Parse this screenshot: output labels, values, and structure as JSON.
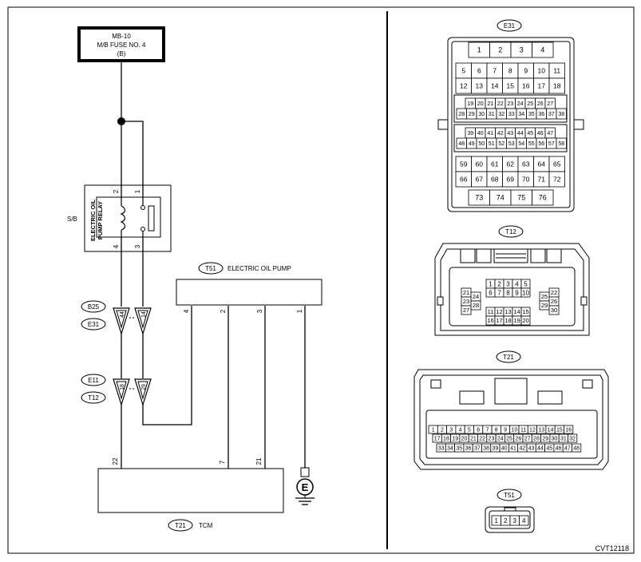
{
  "fuse": {
    "line1": "MB-10",
    "line2": "M/B FUSE NO. 4",
    "line3": "(B)"
  },
  "relay": {
    "name_line1": "ELECTRIC OIL",
    "name_line2": "PUMP RELAY",
    "block": "S/B",
    "pins": {
      "top_left": "2",
      "top_right": "1",
      "bottom_left": "4",
      "bottom_right": "3"
    }
  },
  "pump": {
    "tag": "T51",
    "label": "ELECTRIC OIL PUMP",
    "pins": [
      "4",
      "2",
      "3",
      "1"
    ]
  },
  "tcm": {
    "tag": "T21",
    "label": "TCM",
    "pins": [
      "22",
      "7",
      "21"
    ]
  },
  "ground": {
    "symbol": "E"
  },
  "joint1": {
    "tags": [
      "B25",
      "E31"
    ],
    "pin_left": "44",
    "pin_right": "14"
  },
  "joint2": {
    "tags": [
      "E11",
      "T12"
    ],
    "pin_left": "18",
    "pin_right": "29"
  },
  "connectors": {
    "E31": {
      "tag": "E31",
      "row1": [
        "1",
        "2",
        "3",
        "4"
      ],
      "row2": [
        "5",
        "6",
        "7",
        "8",
        "9",
        "10",
        "11"
      ],
      "row3": [
        "12",
        "13",
        "14",
        "15",
        "16",
        "17",
        "18"
      ],
      "row4": [
        "19",
        "20",
        "21",
        "22",
        "23",
        "24",
        "25",
        "26",
        "27"
      ],
      "row5": [
        "28",
        "29",
        "30",
        "31",
        "32",
        "33",
        "34",
        "35",
        "36",
        "37",
        "38"
      ],
      "row6": [
        "39",
        "40",
        "41",
        "42",
        "43",
        "44",
        "45",
        "46",
        "47"
      ],
      "row7": [
        "48",
        "49",
        "50",
        "51",
        "52",
        "53",
        "54",
        "55",
        "56",
        "57",
        "58"
      ],
      "row8": [
        "59",
        "60",
        "61",
        "62",
        "63",
        "64",
        "65"
      ],
      "row9": [
        "66",
        "67",
        "68",
        "69",
        "70",
        "71",
        "72"
      ],
      "row10": [
        "73",
        "74",
        "75",
        "76"
      ]
    },
    "T12": {
      "tag": "T12",
      "mid_top": [
        "1",
        "2",
        "3",
        "4",
        "5"
      ],
      "mid_second": [
        "6",
        "7",
        "8",
        "9",
        "10"
      ],
      "mid_third": [
        "11",
        "12",
        "13",
        "14",
        "15"
      ],
      "mid_bottom": [
        "16",
        "17",
        "18",
        "19",
        "20"
      ],
      "left_group": [
        "21",
        "24",
        "23",
        "28",
        "27"
      ],
      "right_group": [
        "22",
        "25",
        "26",
        "29",
        "30"
      ]
    },
    "T21": {
      "tag": "T21",
      "row1": [
        "1",
        "2",
        "3",
        "4",
        "5",
        "6",
        "7",
        "8",
        "9",
        "10",
        "11",
        "12",
        "13",
        "14",
        "15",
        "16"
      ],
      "row2": [
        "17",
        "18",
        "19",
        "20",
        "21",
        "22",
        "23",
        "24",
        "25",
        "26",
        "27",
        "28",
        "29",
        "30",
        "31",
        "32"
      ],
      "row3": [
        "33",
        "34",
        "35",
        "36",
        "37",
        "38",
        "39",
        "40",
        "41",
        "42",
        "43",
        "44",
        "45",
        "46",
        "47",
        "48"
      ]
    },
    "T51": {
      "tag": "T51",
      "pins": [
        "1",
        "2",
        "3",
        "4"
      ]
    }
  },
  "figure_code": "CVT12118"
}
